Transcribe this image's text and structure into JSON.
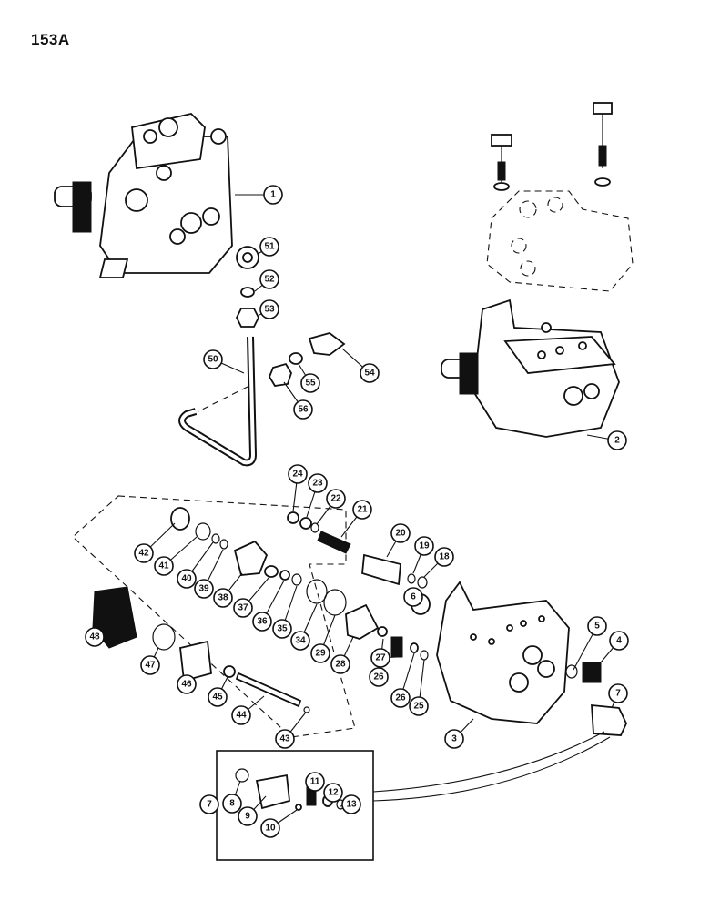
{
  "page_number": "153A",
  "callouts": [
    "1",
    "2",
    "3",
    "4",
    "5",
    "6",
    "7",
    "7",
    "8",
    "9",
    "10",
    "11",
    "12",
    "13",
    "18",
    "19",
    "20",
    "21",
    "22",
    "23",
    "24",
    "25",
    "26",
    "26",
    "27",
    "28",
    "29",
    "34",
    "35",
    "36",
    "37",
    "38",
    "39",
    "40",
    "41",
    "42",
    "43",
    "44",
    "45",
    "46",
    "47",
    "48",
    "50",
    "51",
    "52",
    "53",
    "54",
    "55",
    "56"
  ]
}
